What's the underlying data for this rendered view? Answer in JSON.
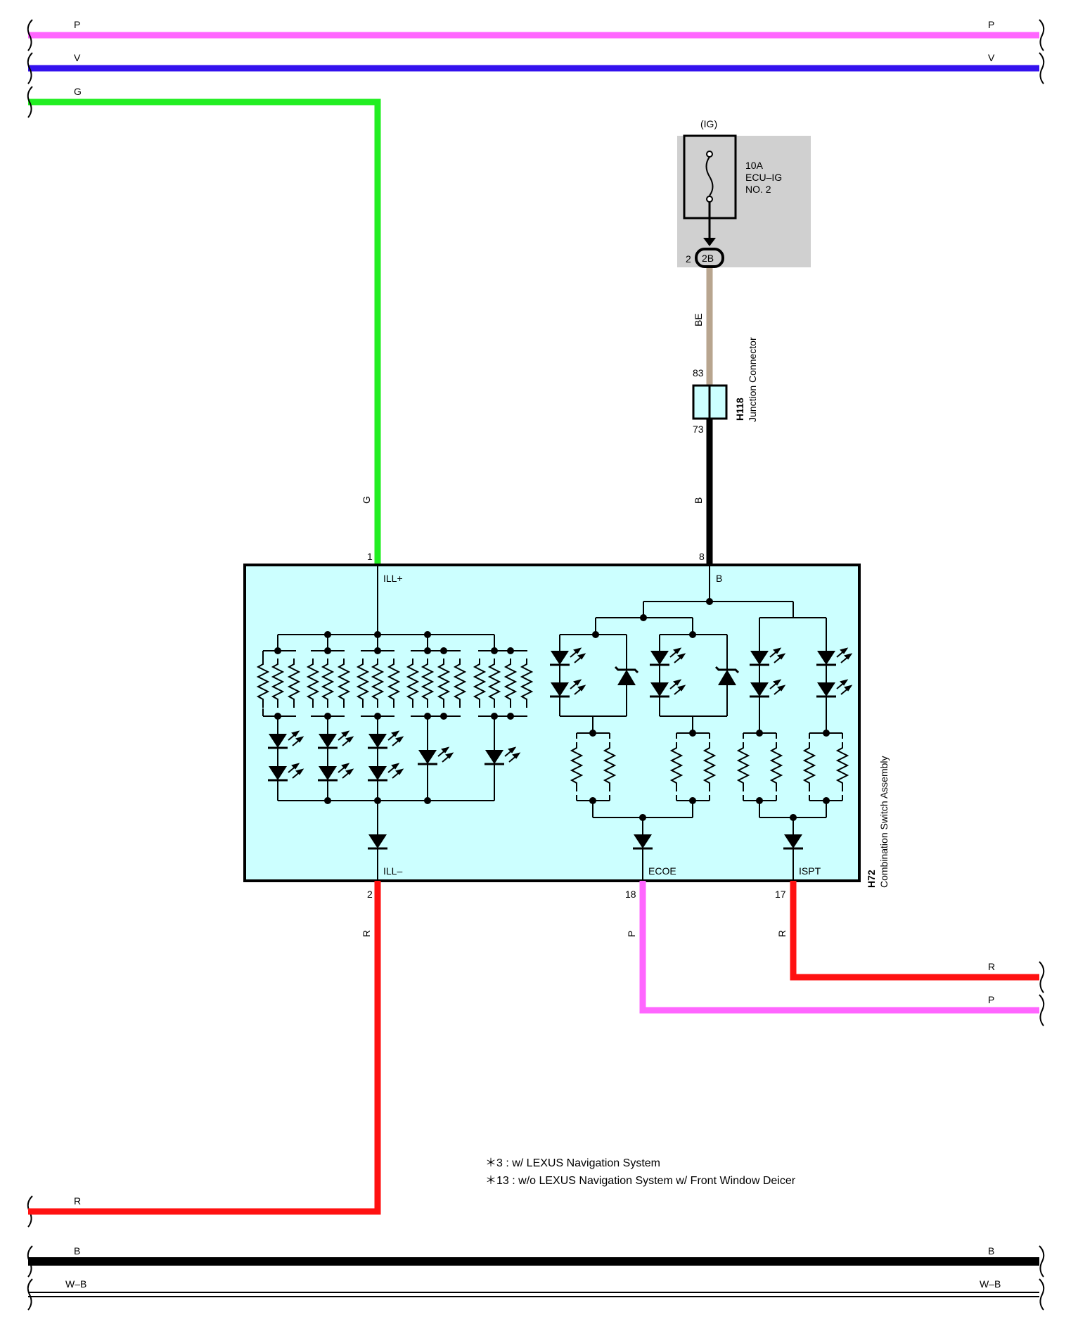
{
  "wires": {
    "top_p": "P",
    "top_v": "V",
    "top_g": "G",
    "g_vertical": "G",
    "be": "BE",
    "b_vertical": "B",
    "r_left": "R",
    "p_mid": "P",
    "r_mid": "R",
    "right_r": "R",
    "right_p": "P",
    "bottom_r": "R",
    "bottom_b": "B",
    "bottom_wb": "W–B"
  },
  "fuse": {
    "source": "(IG)",
    "rating": "10A",
    "name_line1": "ECU–IG",
    "name_line2": "NO. 2",
    "pin": "2",
    "connector": "2B"
  },
  "junction": {
    "code": "H118",
    "name": "Junction Connector",
    "pin_top": "83",
    "pin_bottom": "73"
  },
  "assembly": {
    "code": "H72",
    "name": "Combination Switch Assembly",
    "pin_ill_plus": "1",
    "pin_b": "8",
    "pin_ill_minus": "2",
    "pin_ecoe": "18",
    "pin_ispt": "17",
    "terminal_ill_plus": "ILL+",
    "terminal_b": "B",
    "terminal_ill_minus": "ILL–",
    "terminal_ecoe": "ECOE",
    "terminal_ispt": "ISPT"
  },
  "notes": {
    "line1": "＊3 : w/ LEXUS Navigation System",
    "line2": "＊13 : w/o LEXUS Navigation System w/ Front Window Deicer"
  },
  "colors": {
    "pink": "#ff66ff",
    "violet": "#3311ee",
    "green": "#22ee22",
    "red": "#ff1111",
    "beige": "#b8a58f",
    "black": "#000000",
    "box_fill": "#ccffff",
    "fuse_bg": "#d0d0d0"
  }
}
